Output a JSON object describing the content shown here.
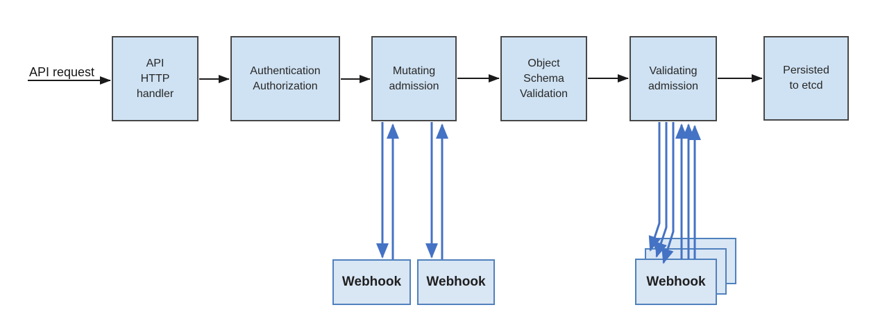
{
  "diagram": {
    "request_label": "API request",
    "nodes": [
      {
        "id": "api-http-handler",
        "label": "API\nHTTP\nhandler"
      },
      {
        "id": "authentication-authorization",
        "label": "Authentication\nAuthorization"
      },
      {
        "id": "mutating-admission",
        "label": "Mutating\nadmission"
      },
      {
        "id": "object-schema-validation",
        "label": "Object\nSchema\nValidation"
      },
      {
        "id": "validating-admission",
        "label": "Validating\nadmission"
      },
      {
        "id": "persisted-to-etcd",
        "label": "Persisted\nto etcd"
      }
    ],
    "webhooks": {
      "mutating": [
        {
          "label": "Webhook"
        },
        {
          "label": "Webhook"
        }
      ],
      "validating": {
        "front_label": "Webhook",
        "stack_count": 3
      }
    },
    "colors": {
      "node_fill": "#cfe2f3",
      "node_border": "#474747",
      "webhook_fill": "#d9e6f4",
      "webhook_border": "#4f81bd",
      "flow_arrow": "#1a1a1a",
      "webhook_arrow": "#4472c4"
    }
  }
}
